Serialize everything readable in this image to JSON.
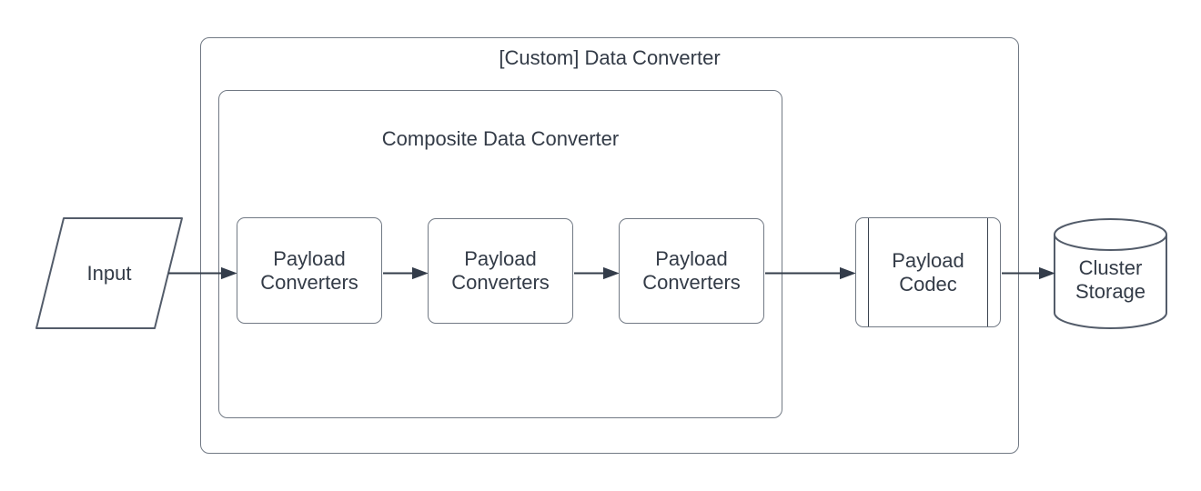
{
  "diagram": {
    "type": "flowchart",
    "background": "#ffffff",
    "colors": {
      "container_stroke": "#717984",
      "shape_stroke": "#535c6a",
      "arrow": "#333c4a",
      "text": "#333b47",
      "fill": "#ffffff"
    },
    "groups": {
      "custom": {
        "label": "[Custom] Data Converter"
      },
      "composite": {
        "label": "Composite Data Converter"
      }
    },
    "nodes": {
      "input": {
        "label": "Input",
        "shape": "parallelogram"
      },
      "converter1": {
        "label": "Payload Converters",
        "shape": "rounded-rectangle"
      },
      "converter2": {
        "label": "Payload Converters",
        "shape": "rounded-rectangle"
      },
      "converter3": {
        "label": "Payload Converters",
        "shape": "rounded-rectangle"
      },
      "codec": {
        "label": "Payload Codec",
        "shape": "predefined-process"
      },
      "storage": {
        "label": "Cluster Storage",
        "shape": "cylinder"
      }
    },
    "flow": [
      "input -> converter1",
      "converter1 -> converter2",
      "converter2 -> converter3",
      "converter3 -> codec",
      "codec -> storage"
    ]
  }
}
